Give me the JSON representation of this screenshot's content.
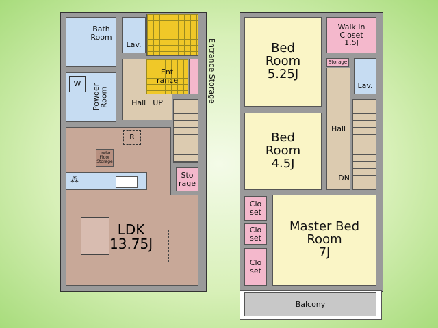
{
  "floor1": {
    "bath_room": "Bath Room",
    "lav": "Lav.",
    "entrance": "Ent rance",
    "entrance_storage": "Entrance Storage",
    "powder_room": "Powder Room",
    "washer_mark": "W",
    "hall": "Hall",
    "up": "UP",
    "fridge_mark": "R",
    "under_floor_storage": "Under Floor Storage",
    "storage": "Sto rage",
    "ldk": "LDK",
    "ldk_size": "13.75J"
  },
  "floor2": {
    "bed1": "Bed Room",
    "bed1_size": "5.25J",
    "wic": "Walk in Closet",
    "wic_size": "1.5J",
    "storage": "Storage",
    "lav": "Lav.",
    "hall": "Hall",
    "dn": "DN",
    "bed2": "Bed Room",
    "bed2_size": "4.5J",
    "closets": [
      "Clo set",
      "Clo set",
      "Clo set"
    ],
    "master": "Master Bed Room",
    "master_size": "7J",
    "balcony": "Balcony"
  }
}
